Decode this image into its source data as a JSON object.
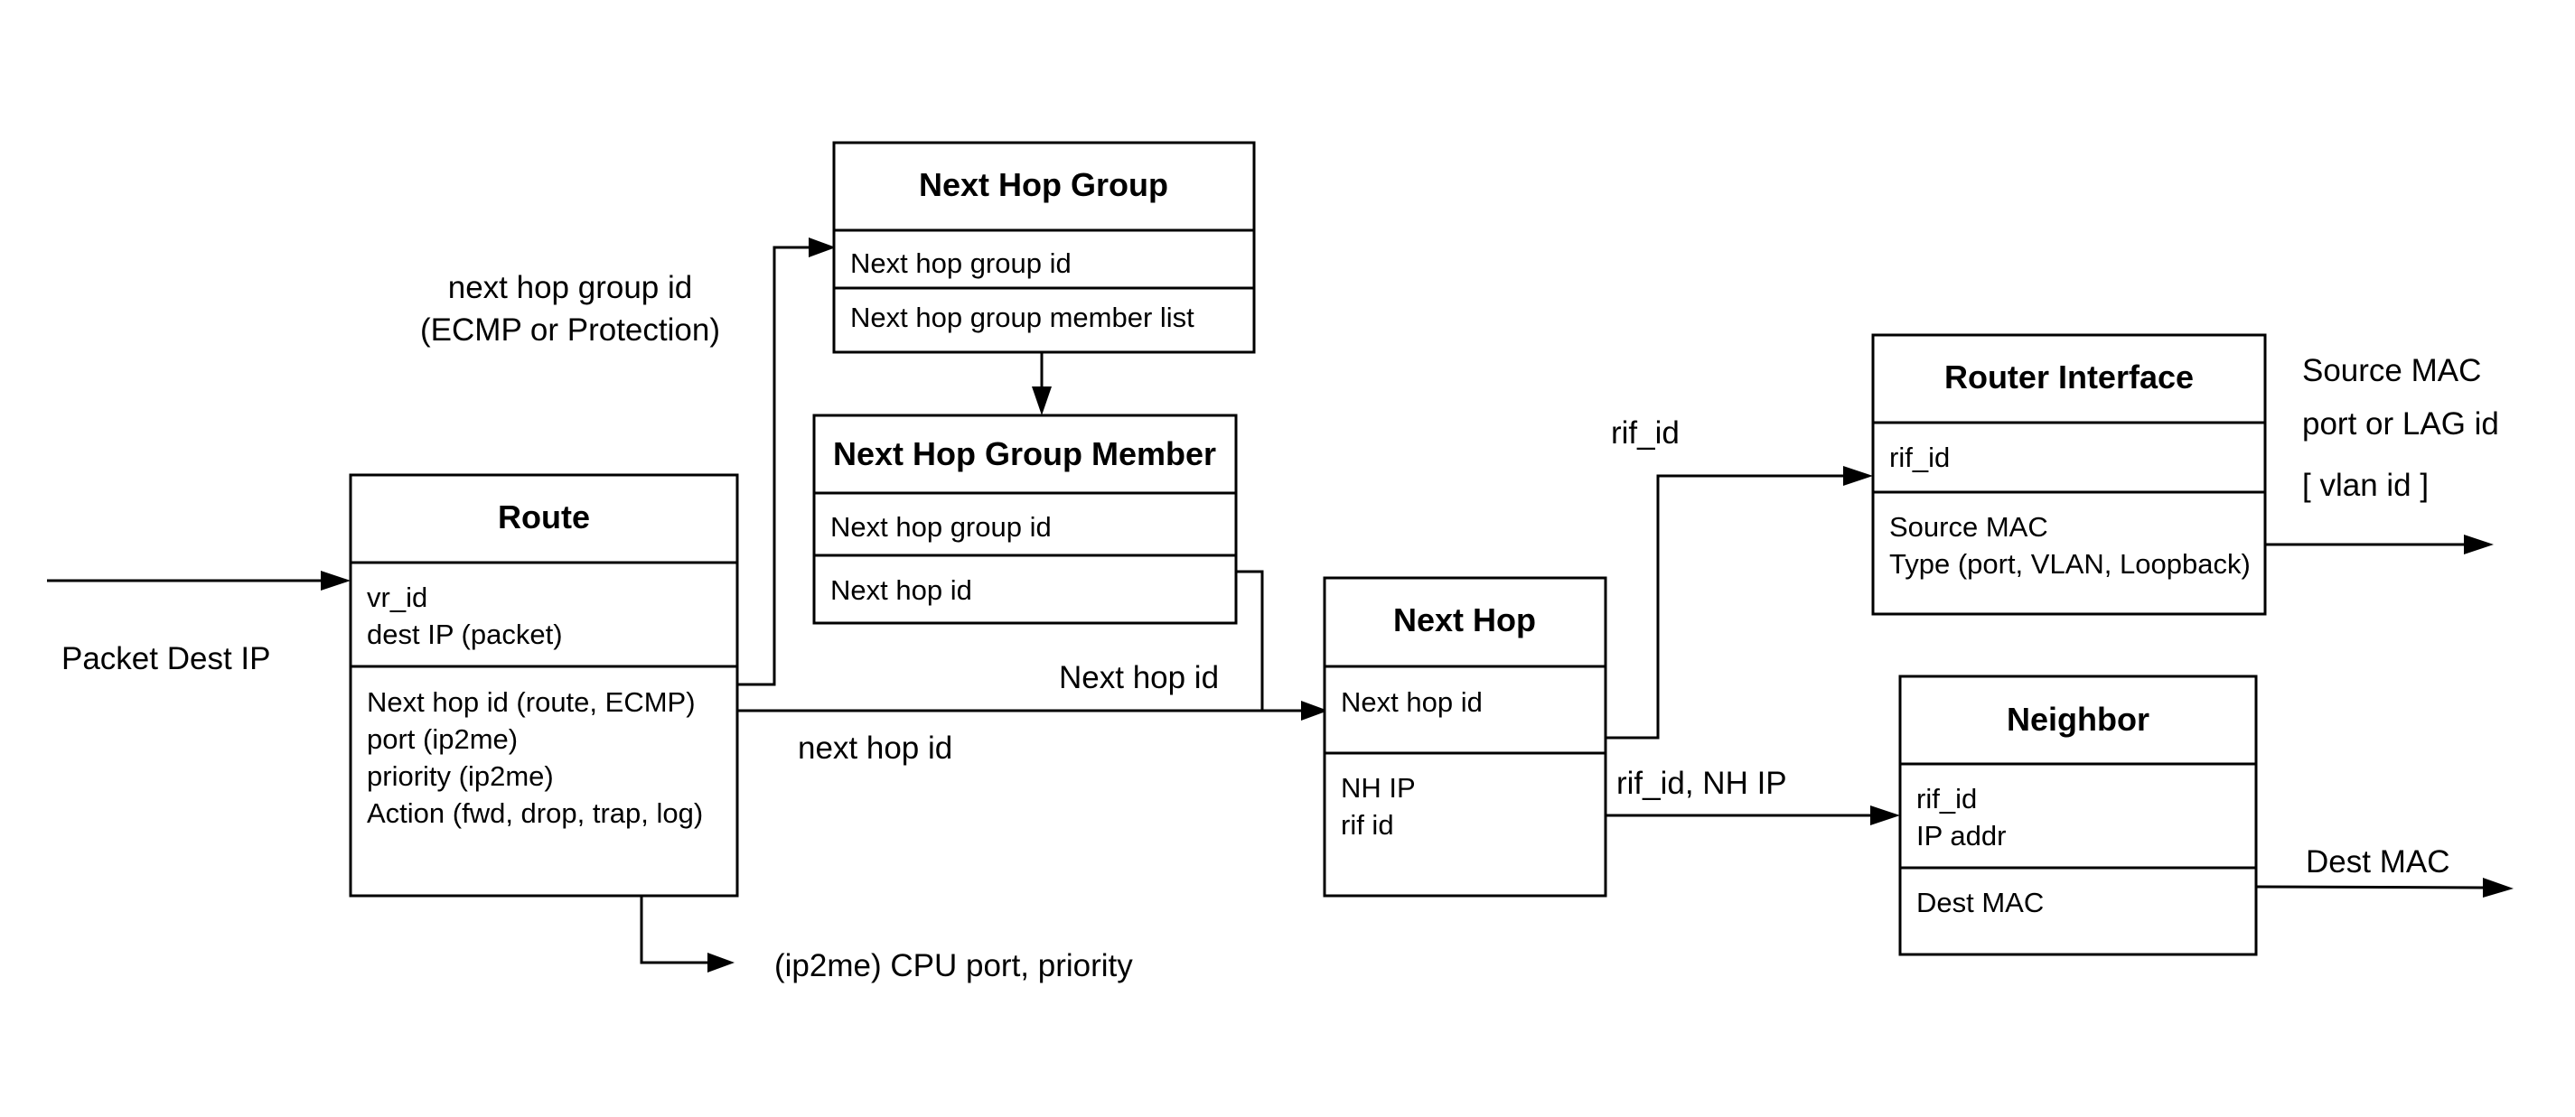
{
  "nodes": {
    "next_hop_group": {
      "title": "Next Hop Group",
      "fields": [
        "Next hop group id",
        "Next hop group member  list"
      ]
    },
    "next_hop_group_member": {
      "title": "Next Hop Group Member",
      "fields": [
        "Next hop group id",
        "Next hop id"
      ]
    },
    "route": {
      "title": "Route",
      "key_fields": [
        "vr_id",
        "dest IP (packet)"
      ],
      "attr_fields": [
        "Next hop id (route, ECMP)",
        "port (ip2me)",
        "priority (ip2me)",
        "Action (fwd, drop, trap, log)"
      ]
    },
    "next_hop": {
      "title": "Next Hop",
      "key_fields": [
        "Next hop id"
      ],
      "attr_fields": [
        "NH IP",
        "rif id"
      ]
    },
    "router_interface": {
      "title": "Router Interface",
      "key_fields": [
        "rif_id"
      ],
      "attr_fields": [
        "Source MAC",
        "Type (port, VLAN, Loopback)"
      ]
    },
    "neighbor": {
      "title": "Neighbor",
      "key_fields": [
        "rif_id",
        "IP addr"
      ],
      "attr_fields": [
        "Dest MAC"
      ]
    }
  },
  "edge_labels": {
    "packet_dest_ip": "Packet Dest IP",
    "nhg_id_line1": "next hop group id",
    "nhg_id_line2": "(ECMP or Protection)",
    "route_next_hop_id": "next hop id",
    "member_next_hop_id": "Next hop id",
    "ip2me": "(ip2me) CPU port, priority",
    "rif_id": "rif_id",
    "rif_id_nh_ip": "rif_id, NH IP",
    "rif_out_line1": "Source MAC",
    "rif_out_line2": "port or LAG id",
    "rif_out_line3": "[ vlan id ]",
    "dest_mac": "Dest MAC"
  }
}
